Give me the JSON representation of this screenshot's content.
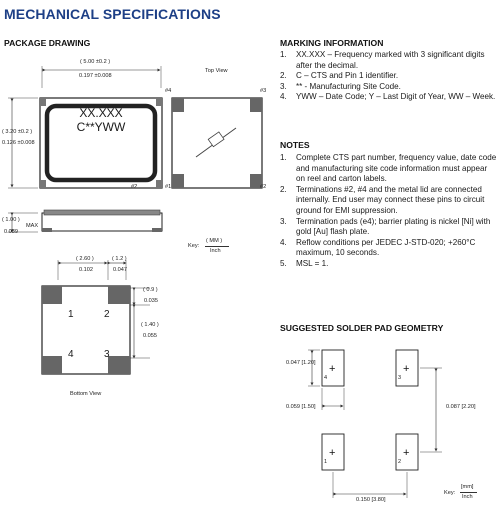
{
  "title": "MECHANICAL SPECIFICATIONS",
  "package_drawing": {
    "heading": "PACKAGE DRAWING",
    "top_view_label": "Top View",
    "bottom_view_label": "Bottom View",
    "marking_line1": "XX.XXX",
    "marking_line2": "C**YWW",
    "dim_width_mm": "( 5.00 ±0.2 )",
    "dim_width_in": "0.197 ±0.008",
    "dim_height_mm": "( 3.20 ±0.2 )",
    "dim_height_in": "0.126 ±0.008",
    "dim_thick_mm": "( 1.00 )",
    "dim_thick_in": "0.039",
    "dim_thick_max": "MAX",
    "dim_pitch_x_mm": "( 2.60 )",
    "dim_pitch_x_in": "0.102",
    "dim_pad_x_mm": "( 1.2 )",
    "dim_pad_x_in": "0.047",
    "dim_pad_y_mm": "( 0.9 )",
    "dim_pad_y_in": "0.035",
    "dim_pitch_y_mm": "( 1.40 )",
    "dim_pitch_y_in": "0.055",
    "key_label": "Key:",
    "key_mm": "( MM )",
    "key_inch": "Inch",
    "pin_labels": {
      "p1": "#1",
      "p2": "#2",
      "p3": "#3",
      "p4": "#4"
    },
    "pad_numbers": {
      "n1": "1",
      "n2": "2",
      "n3": "3",
      "n4": "4"
    }
  },
  "marking_information": {
    "heading": "MARKING INFORMATION",
    "items": [
      "XX.XXX – Frequency marked with 3 significant digits after the decimal.",
      "C – CTS and Pin 1 identifier.",
      "** - Manufacturing Site Code.",
      "YWW – Date Code; Y – Last Digit of Year, WW – Week."
    ]
  },
  "notes": {
    "heading": "NOTES",
    "items": [
      "Complete CTS part number, frequency value, date code and manufacturing site code information must appear on reel and carton labels.",
      "Terminations #2, #4 and the metal lid are connected internally.  End user may connect these pins to circuit ground for EMI suppression.",
      "Termination pads (e4); barrier plating is nickel [Ni] with gold [Au] flash plate.",
      "Reflow conditions per JEDEC J-STD-020; +260°C maximum, 10 seconds.",
      "MSL = 1."
    ]
  },
  "solder_pad": {
    "heading": "SUGGESTED SOLDER PAD GEOMETRY",
    "dim_pad_h": "0.047 [1.20]",
    "dim_pad_w": "0.059 [1.50]",
    "dim_vert": "0.087 [2.20]",
    "dim_horiz": "0.150 [3.80]",
    "pad_labels": {
      "p1": "1",
      "p2": "2",
      "p3": "3",
      "p4": "4"
    },
    "key_label": "Key:",
    "key_mm": "[mm]",
    "key_inch": "Inch"
  }
}
